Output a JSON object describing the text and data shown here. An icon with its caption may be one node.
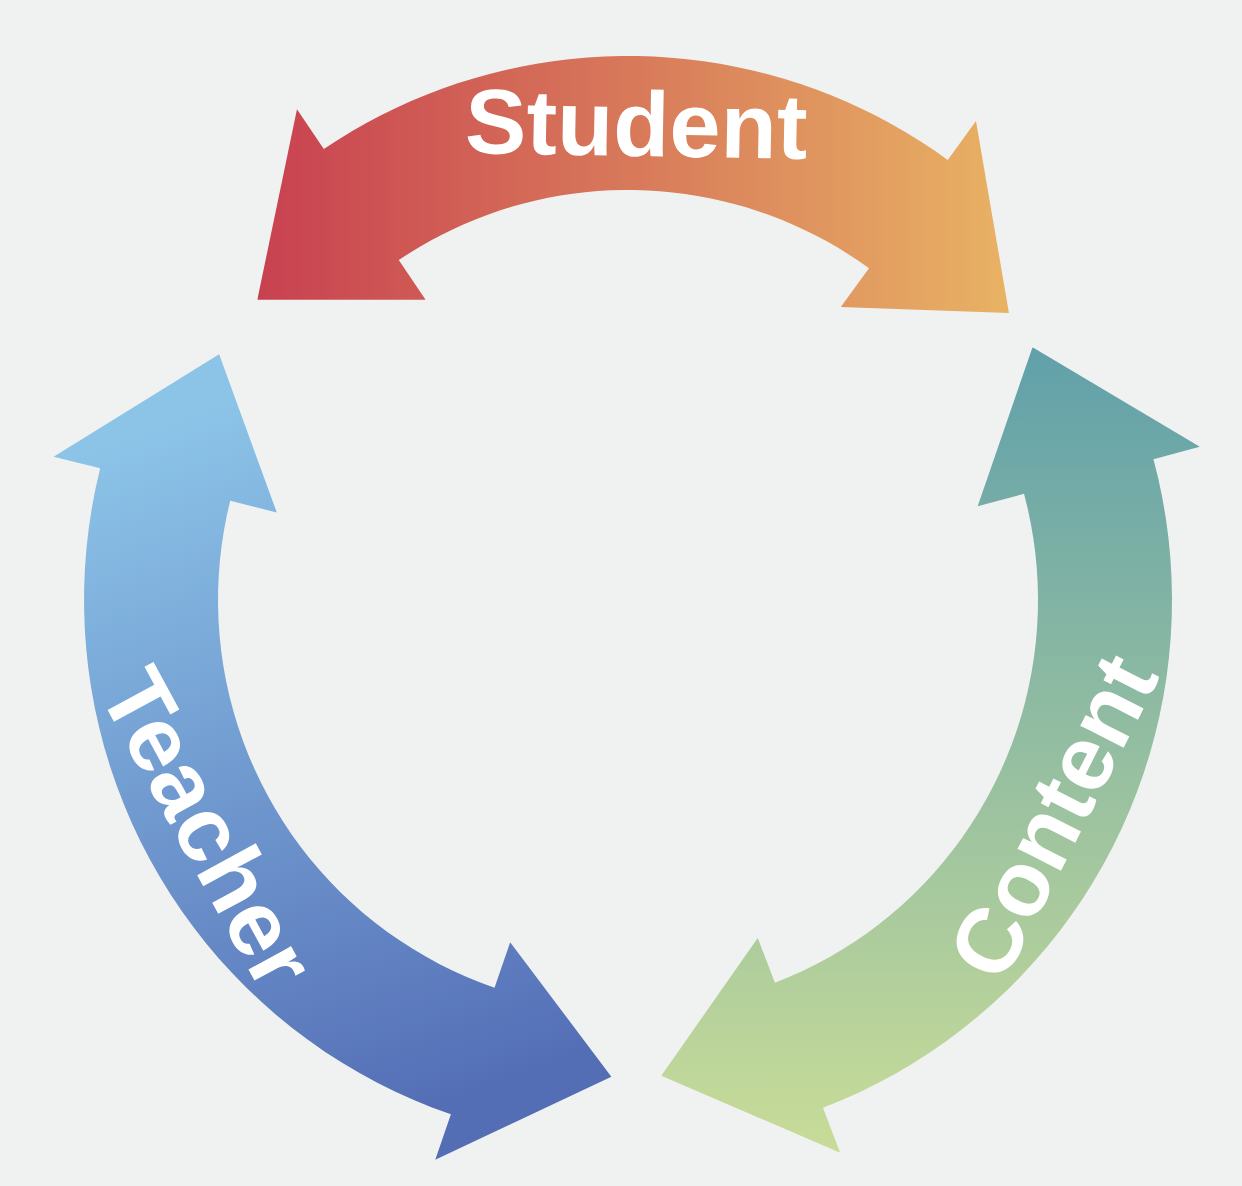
{
  "diagram": {
    "nodes": [
      {
        "text": [
          "Student"
        ]
      },
      {
        "text": [
          "Teacher"
        ]
      },
      {
        "text": [
          "Content"
        ]
      }
    ]
  }
}
